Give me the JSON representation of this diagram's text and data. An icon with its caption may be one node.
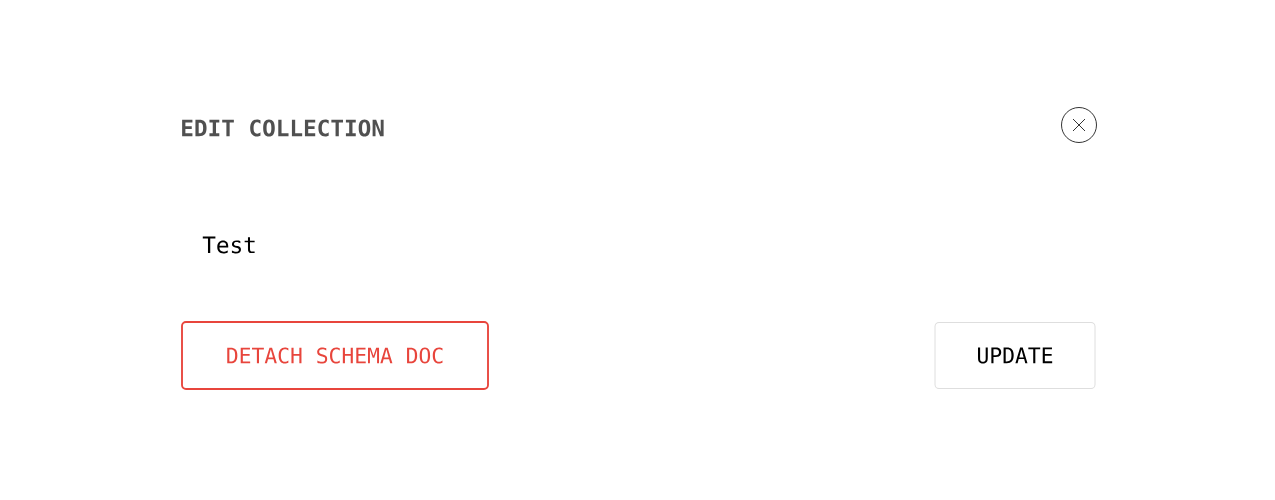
{
  "diagram": {
    "title": "EDIT COLLECTION",
    "nodes": [
      {
        "text": [
          "DETACH SCHEMA DOC"
        ]
      },
      {
        "text": [
          "UPDATE"
        ]
      }
    ],
    "labels": [
      "Test"
    ]
  }
}
